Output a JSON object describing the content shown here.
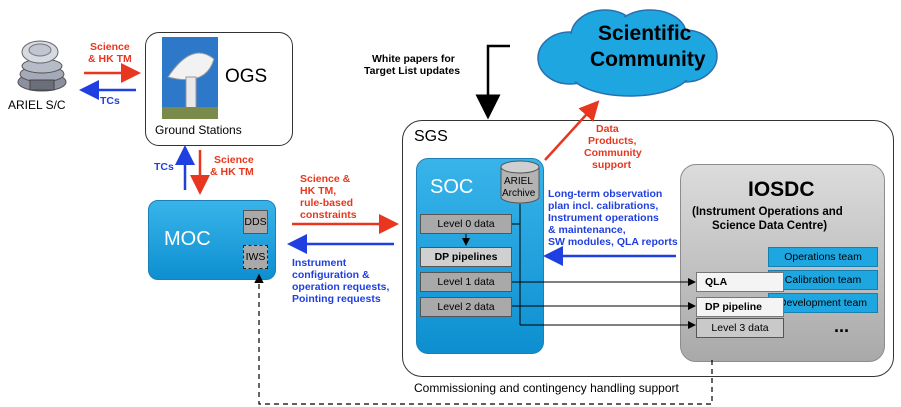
{
  "spacecraft": {
    "label": "ARIEL S/C"
  },
  "ogs": {
    "title": "OGS",
    "subtitle": "Ground Stations"
  },
  "moc": {
    "title": "MOC",
    "dds": "DDS",
    "iws": "IWS"
  },
  "sgs": {
    "title": "SGS"
  },
  "soc": {
    "title": "SOC",
    "archive": [
      "ARIEL",
      "Archive"
    ],
    "level0": "Level 0 data",
    "dp_pipelines": "DP pipelines",
    "level1": "Level 1 data",
    "level2": "Level 2 data"
  },
  "iosdc": {
    "title": "IOSDC",
    "subtitle": [
      "(Instrument Operations and",
      "Science Data Centre)"
    ],
    "teams": [
      "Operations team",
      "Calibration team",
      "Development team"
    ],
    "qla": "QLA",
    "dp_pipeline": "DP pipeline",
    "level3": "Level 3 data",
    "ellipsis": "..."
  },
  "cloud": {
    "title": [
      "Scientific",
      "Community"
    ]
  },
  "labels": {
    "sc_to_ogs": [
      "Science",
      "& HK TM"
    ],
    "ogs_to_sc": "TCs",
    "ogs_moc_up": "TCs",
    "ogs_moc_down": [
      "Science",
      "& HK TM"
    ],
    "moc_to_sgs": [
      "Science &",
      "HK TM,",
      "rule-based",
      "constraints"
    ],
    "sgs_to_moc": [
      "Instrument",
      "configuration &",
      "operation requests,",
      "Pointing requests"
    ],
    "white_papers": [
      "White papers for",
      "Target List updates"
    ],
    "data_products": [
      "Data",
      "Products,",
      "Community",
      "support"
    ],
    "long_term": [
      "Long-term observation",
      "plan incl. calibrations,",
      "Instrument operations",
      "& maintenance,",
      "SW modules, QLA reports"
    ],
    "commissioning": "Commissioning and contingency handling support"
  },
  "colors": {
    "red": "#e8371e",
    "blue": "#1f3fe0",
    "soc_blue": "#1ea6e0"
  }
}
